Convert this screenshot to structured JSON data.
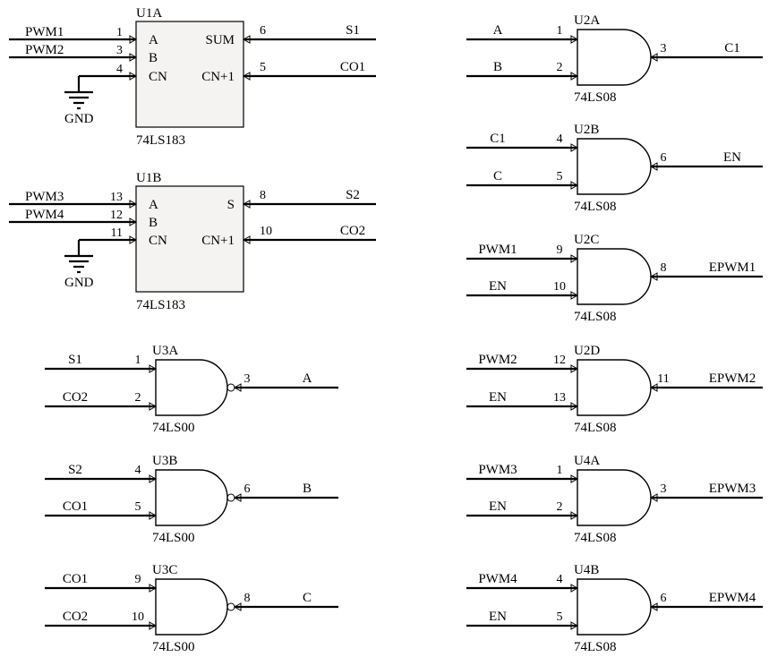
{
  "adders": [
    {
      "ref": "U1A",
      "part": "74LS183",
      "in_labels": [
        "A",
        "B",
        "CN"
      ],
      "out_labels": [
        "SUM",
        "CN+1"
      ],
      "in_pins": [
        "1",
        "3",
        "4"
      ],
      "out_pins": [
        "6",
        "5"
      ],
      "in_nets": [
        "PWM1",
        "PWM2"
      ],
      "out_nets": [
        "S1",
        "CO1"
      ],
      "gnd": "GND"
    },
    {
      "ref": "U1B",
      "part": "74LS183",
      "in_labels": [
        "A",
        "B",
        "CN"
      ],
      "out_labels": [
        "S",
        "CN+1"
      ],
      "in_pins": [
        "13",
        "12",
        "11"
      ],
      "out_pins": [
        "8",
        "10"
      ],
      "in_nets": [
        "PWM3",
        "PWM4"
      ],
      "out_nets": [
        "S2",
        "CO2"
      ],
      "gnd": "GND"
    }
  ],
  "nand_gates": [
    {
      "ref": "U3A",
      "part": "74LS00",
      "pins": [
        "1",
        "2",
        "3"
      ],
      "in_nets": [
        "S1",
        "CO2"
      ],
      "out_net": "A"
    },
    {
      "ref": "U3B",
      "part": "74LS00",
      "pins": [
        "4",
        "5",
        "6"
      ],
      "in_nets": [
        "S2",
        "CO1"
      ],
      "out_net": "B"
    },
    {
      "ref": "U3C",
      "part": "74LS00",
      "pins": [
        "9",
        "10",
        "8"
      ],
      "in_nets": [
        "CO1",
        "CO2"
      ],
      "out_net": "C"
    }
  ],
  "and_gates": [
    {
      "ref": "U2A",
      "part": "74LS08",
      "pins": [
        "1",
        "2",
        "3"
      ],
      "in_nets": [
        "A",
        "B"
      ],
      "out_net": "C1"
    },
    {
      "ref": "U2B",
      "part": "74LS08",
      "pins": [
        "4",
        "5",
        "6"
      ],
      "in_nets": [
        "C1",
        "C"
      ],
      "out_net": "EN"
    },
    {
      "ref": "U2C",
      "part": "74LS08",
      "pins": [
        "9",
        "10",
        "8"
      ],
      "in_nets": [
        "PWM1",
        "EN"
      ],
      "out_net": "EPWM1"
    },
    {
      "ref": "U2D",
      "part": "74LS08",
      "pins": [
        "12",
        "13",
        "11"
      ],
      "in_nets": [
        "PWM2",
        "EN"
      ],
      "out_net": "EPWM2"
    },
    {
      "ref": "U4A",
      "part": "74LS08",
      "pins": [
        "1",
        "2",
        "3"
      ],
      "in_nets": [
        "PWM3",
        "EN"
      ],
      "out_net": "EPWM3"
    },
    {
      "ref": "U4B",
      "part": "74LS08",
      "pins": [
        "4",
        "5",
        "6"
      ],
      "in_nets": [
        "PWM4",
        "EN"
      ],
      "out_net": "EPWM4"
    }
  ]
}
